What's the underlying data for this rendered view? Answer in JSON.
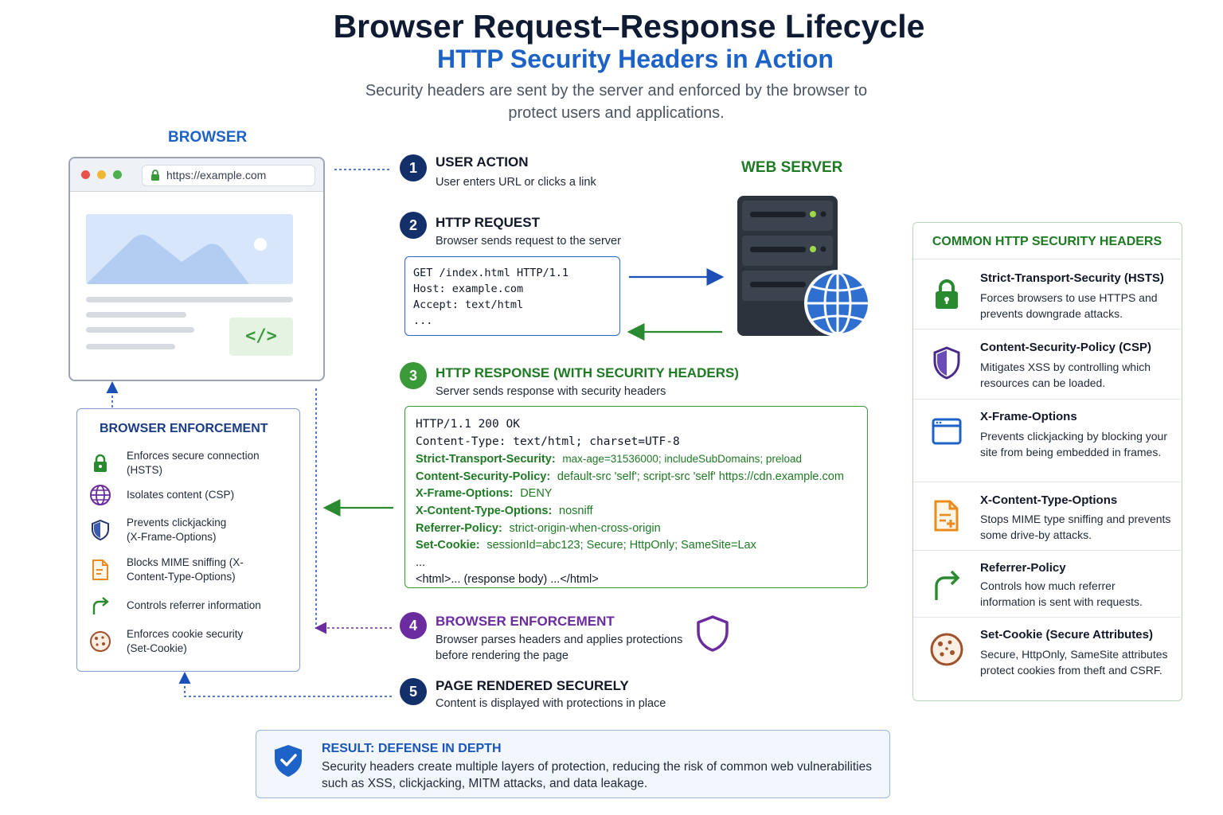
{
  "header": {
    "title": "Browser Request–Response Lifecycle",
    "subtitle": "HTTP Security Headers in Action",
    "description": "Security headers are sent by the server and enforced by the browser to protect users and applications."
  },
  "browser": {
    "label": "BROWSER",
    "url": "https://example.com",
    "code_glyph": "</>"
  },
  "server": {
    "label": "WEB SERVER"
  },
  "enforcement_box": {
    "title": "BROWSER ENFORCEMENT",
    "items": [
      {
        "icon": "lock-icon",
        "text": "Enforces secure connection (HSTS)"
      },
      {
        "icon": "globe-icon",
        "text": "Isolates content (CSP)"
      },
      {
        "icon": "shield-icon",
        "text": "Prevents clickjacking (X-Frame-Options)"
      },
      {
        "icon": "document-icon",
        "text": "Blocks MIME sniffing (X-Content-Type-Options)"
      },
      {
        "icon": "redirect-arrow-icon",
        "text": "Controls referrer information"
      },
      {
        "icon": "cookie-icon",
        "text": "Enforces cookie security (Set-Cookie)"
      }
    ]
  },
  "steps": [
    {
      "num": "1",
      "title": "USER ACTION",
      "desc": "User enters URL or clicks a link"
    },
    {
      "num": "2",
      "title": "HTTP REQUEST",
      "desc": "Browser sends request to the server"
    },
    {
      "num": "3",
      "title": "HTTP RESPONSE (WITH SECURITY HEADERS)",
      "desc": "Server sends response with security headers"
    },
    {
      "num": "4",
      "title": "BROWSER ENFORCEMENT",
      "desc": "Browser parses headers and applies protections before rendering the page"
    },
    {
      "num": "5",
      "title": "PAGE RENDERED SECURELY",
      "desc": "Content is displayed with protections in place"
    }
  ],
  "request": {
    "lines": [
      "GET /index.html HTTP/1.1",
      "Host: example.com",
      "Accept: text/html",
      "..."
    ]
  },
  "response": {
    "status": "HTTP/1.1 200 OK",
    "content_type": "Content-Type: text/html; charset=UTF-8",
    "headers": [
      {
        "name": "Strict-Transport-Security:",
        "value": "max-age=31536000; includeSubDomains; preload"
      },
      {
        "name": "Content-Security-Policy:",
        "value": "default-src 'self'; script-src 'self' https://cdn.example.com"
      },
      {
        "name": "X-Frame-Options:",
        "value": "DENY"
      },
      {
        "name": "X-Content-Type-Options:",
        "value": "nosniff"
      },
      {
        "name": "Referrer-Policy:",
        "value": "strict-origin-when-cross-origin"
      },
      {
        "name": "Set-Cookie:",
        "value": "sessionId=abc123; Secure; HttpOnly; SameSite=Lax"
      }
    ],
    "ellipsis": "...",
    "body": "<html>... (response body) ...</html>"
  },
  "headers_panel": {
    "title": "COMMON HTTP SECURITY HEADERS",
    "rows": [
      {
        "icon": "lock-icon",
        "name": "Strict-Transport-Security (HSTS)",
        "desc": "Forces browsers to use HTTPS and prevents downgrade attacks."
      },
      {
        "icon": "shield-icon",
        "name": "Content-Security-Policy (CSP)",
        "desc": "Mitigates XSS by controlling which resources can be loaded."
      },
      {
        "icon": "window-icon",
        "name": "X-Frame-Options",
        "desc": "Prevents clickjacking by blocking your site from being embedded in frames."
      },
      {
        "icon": "document-icon",
        "name": "X-Content-Type-Options",
        "desc": "Stops MIME type sniffing and prevents some drive-by attacks."
      },
      {
        "icon": "redirect-arrow-icon",
        "name": "Referrer-Policy",
        "desc": "Controls how much referrer information is sent with requests."
      },
      {
        "icon": "cookie-icon",
        "name": "Set-Cookie (Secure Attributes)",
        "desc": "Secure, HttpOnly, SameSite attributes protect cookies from theft and CSRF."
      }
    ]
  },
  "result": {
    "title": "RESULT: DEFENSE IN DEPTH",
    "desc": "Security headers create multiple layers of protection, reducing the risk of common web vulnerabilities such as XSS, clickjacking, MITM attacks, and data leakage."
  },
  "colors": {
    "navy": "#0f1b33",
    "blue": "#1d63c7",
    "green": "#1f7a24",
    "purple": "#6a2c9f",
    "step_navy": "#14306b"
  }
}
